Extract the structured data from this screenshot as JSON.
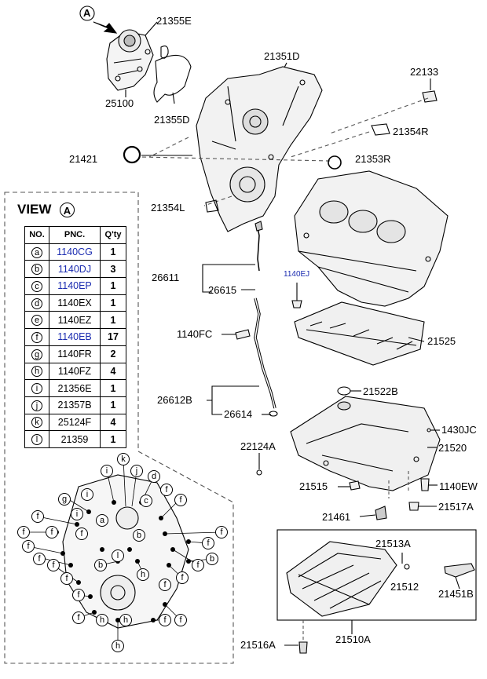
{
  "view": {
    "title": "VIEW",
    "marker": "A",
    "table_headers": [
      "NO.",
      "PNC.",
      "Q'ty"
    ],
    "rows": [
      {
        "no": "a",
        "pnc": "1140CG",
        "qty": "1",
        "highlight": true
      },
      {
        "no": "b",
        "pnc": "1140DJ",
        "qty": "3",
        "highlight": true
      },
      {
        "no": "c",
        "pnc": "1140EP",
        "qty": "1",
        "highlight": true
      },
      {
        "no": "d",
        "pnc": "1140EX",
        "qty": "1",
        "highlight": false
      },
      {
        "no": "e",
        "pnc": "1140EZ",
        "qty": "1",
        "highlight": false
      },
      {
        "no": "f",
        "pnc": "1140EB",
        "qty": "17",
        "highlight": true
      },
      {
        "no": "g",
        "pnc": "1140FR",
        "qty": "2",
        "highlight": false
      },
      {
        "no": "h",
        "pnc": "1140FZ",
        "qty": "4",
        "highlight": false
      },
      {
        "no": "i",
        "pnc": "21356E",
        "qty": "1",
        "highlight": false
      },
      {
        "no": "j",
        "pnc": "21357B",
        "qty": "1",
        "highlight": false
      },
      {
        "no": "k",
        "pnc": "25124F",
        "qty": "4",
        "highlight": false
      },
      {
        "no": "l",
        "pnc": "21359",
        "qty": "1",
        "highlight": false
      }
    ]
  },
  "callout_marker": "A",
  "part_labels": {
    "p21355E": "21355E",
    "p25100": "25100",
    "p21355D": "21355D",
    "p21351D": "21351D",
    "p22133": "22133",
    "p21354R": "21354R",
    "p21421": "21421",
    "p21353R": "21353R",
    "p21354L": "21354L",
    "p1140EJ": "1140EJ",
    "p26611": "26611",
    "p26615": "26615",
    "p1140FC": "1140FC",
    "p21525": "21525",
    "p21522B": "21522B",
    "p26612B": "26612B",
    "p26614": "26614",
    "p1430JC": "1430JC",
    "p22124A": "22124A",
    "p21520": "21520",
    "p21515": "21515",
    "p1140EW": "1140EW",
    "p21517A": "21517A",
    "p21461": "21461",
    "p21513A": "21513A",
    "p21512": "21512",
    "p21451B": "21451B",
    "p21516A": "21516A",
    "p21510A": "21510A"
  },
  "colors": {
    "line": "#000000",
    "blue_label": "#1a2bb0",
    "dash": "#555555"
  }
}
